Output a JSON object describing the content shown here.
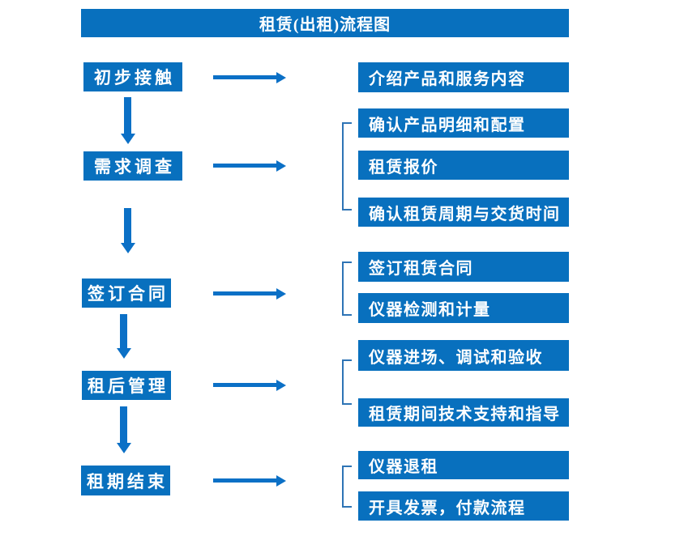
{
  "title": "租赁(出租)流程图",
  "colors": {
    "box_blue": "#0870BE",
    "arrow_blue": "#0B70C6",
    "bracket_blue": "#2E74B5",
    "text_white": "#FFFFFF",
    "background": "#FFFFFF"
  },
  "stages": [
    {
      "label": "初步接触",
      "details": [
        "介绍产品和服务内容"
      ]
    },
    {
      "label": "需求调查",
      "details": [
        "确认产品明细和配置",
        "租赁报价",
        "确认租赁周期与交货时间"
      ]
    },
    {
      "label": "签订合同",
      "details": [
        "签订租赁合同",
        "仪器检测和计量"
      ]
    },
    {
      "label": "租后管理",
      "details": [
        "仪器进场、调试和验收",
        "租赁期间技术支持和指导"
      ]
    },
    {
      "label": "租期结束",
      "details": [
        "仪器退租",
        "开具发票，付款流程"
      ]
    }
  ]
}
